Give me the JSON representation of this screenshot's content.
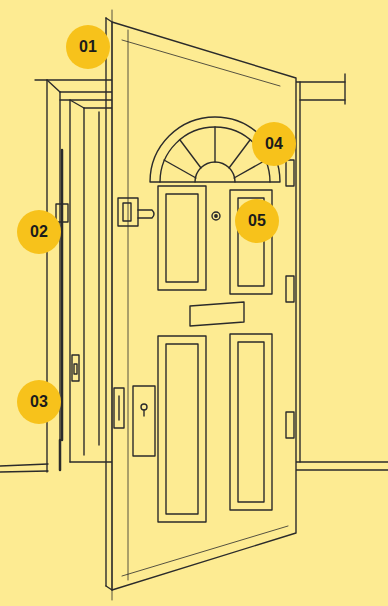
{
  "diagram": {
    "labels": [
      "01",
      "02",
      "03",
      "04",
      "05"
    ]
  }
}
